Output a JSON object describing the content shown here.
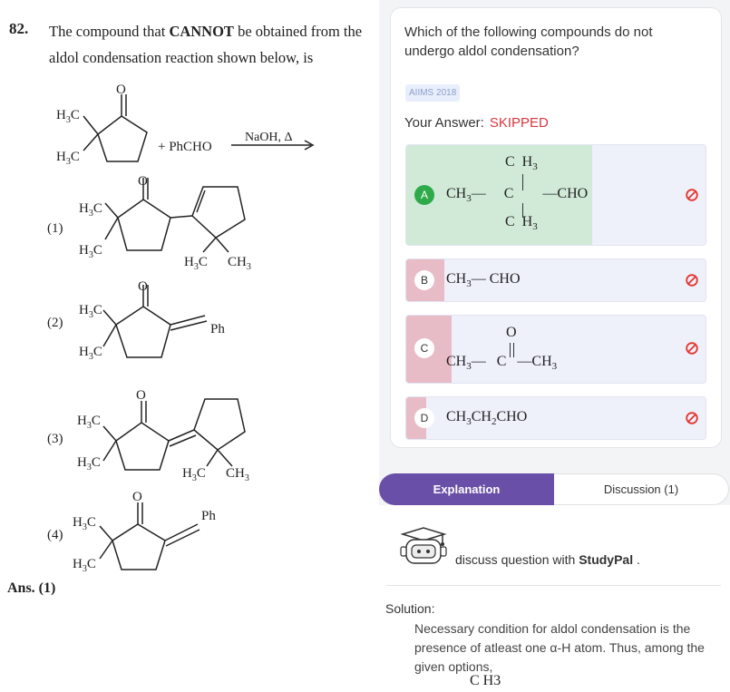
{
  "left": {
    "question_number": "82.",
    "question_pre": "The compound that ",
    "question_bold": "CANNOT",
    "question_post": " be obtained from the aldol condensation reaction shown below, is",
    "reagent": "+ PhCHO",
    "conditions": "NaOH, Δ",
    "option_labels": [
      "(1)",
      "(2)",
      "(3)",
      "(4)"
    ],
    "answer": "Ans. (1)"
  },
  "card": {
    "question": "Which of the following compounds do not undergo aldol condensation?",
    "tag": "AIIMS 2018",
    "your_answer_label": "Your Answer:",
    "your_answer_value": "SKIPPED",
    "options": [
      {
        "letter": "A",
        "text": "CH3— C(CH3)2 —CHO"
      },
      {
        "letter": "B",
        "text": "CH3— CHO"
      },
      {
        "letter": "C",
        "text": "CH3— C(=O) —CH3"
      },
      {
        "letter": "D",
        "text": "CH3CH2CHO"
      }
    ]
  },
  "tabs": {
    "explanation": "Explanation",
    "discussion": "Discussion (1)"
  },
  "discuss": {
    "pre": "discuss question with ",
    "brand": "StudyPal",
    "post": " ."
  },
  "solution": {
    "label": "Solution:",
    "text": "Necessary condition for aldol condensation is the presence of atleast one α-H atom. Thus, among the given options,",
    "formula_fragment": "C H3"
  },
  "colors": {
    "correct_fill": "#d1ead7",
    "wrong_fill": "#e8bcc6",
    "accent": "#6a4fa8",
    "skip": "#d9363e",
    "correct_badge": "#2eaa4a"
  }
}
